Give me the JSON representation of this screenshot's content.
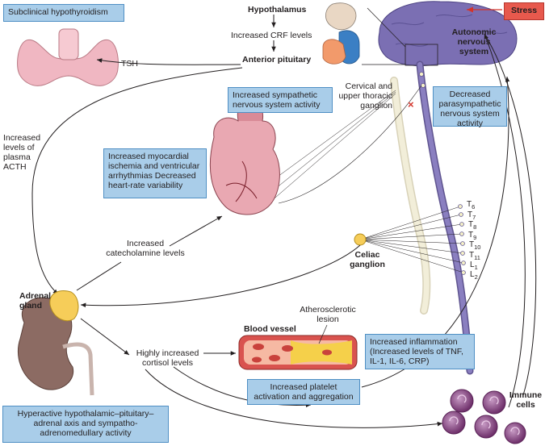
{
  "boxes": {
    "subclinical": "Subclinical hypothyroidism",
    "stress": "Stress",
    "sympathetic": "Increased sympathetic nervous system activity",
    "parasympathetic": "Decreased parasympathetic nervous system activity",
    "myocardial": "Increased myocardial ischemia and ventricular arrhythmias Decreased heart-rate variability",
    "inflammation": "Increased inflammation (Increased levels of TNF, IL-1, IL-6, CRP)",
    "platelet": "Increased platelet activation and aggregation",
    "hpa": "Hyperactive hypothalamic–pituitary–adrenal axis and sympatho-adrenomedullary activity"
  },
  "labels": {
    "hypothalamus": "Hypothalamus",
    "crf": "Increased CRF levels",
    "anterior_pituitary": "Anterior pituitary",
    "tsh": "TSH",
    "autonomic": "Autonomic nervous system",
    "cervical": "Cervical and upper thoracic ganglion",
    "acth": "Increased levels of plasma ACTH",
    "catecholamine": "Increased catecholamine levels",
    "celiac": "Celiac ganglion",
    "adrenal": "Adrenal gland",
    "cortisol": "Highly increased cortisol levels",
    "blood_vessel": "Blood vessel",
    "atherosclerotic": "Atherosclerotic lesion",
    "immune": "Immune cells"
  },
  "spine_levels": [
    {
      "base": "T",
      "sub": "6"
    },
    {
      "base": "T",
      "sub": "7"
    },
    {
      "base": "T",
      "sub": "8"
    },
    {
      "base": "T",
      "sub": "9"
    },
    {
      "base": "T",
      "sub": "10"
    },
    {
      "base": "T",
      "sub": "11"
    },
    {
      "base": "L",
      "sub": "1"
    },
    {
      "base": "L",
      "sub": "2"
    }
  ],
  "colors": {
    "box_fill": "#a9cde9",
    "box_border": "#4f8fc4",
    "stress": "#e7594d",
    "brain": "#7b6fb3",
    "spinal_cord": "#8a7fc0",
    "thyroid": "#f0b7c2",
    "adrenal": "#f6cd59",
    "kidney": "#8c6b63",
    "heart": "#e9a8b2",
    "vessel": "#d9534f",
    "plaque": "#f5d04a",
    "immune": "#7d3f79"
  }
}
